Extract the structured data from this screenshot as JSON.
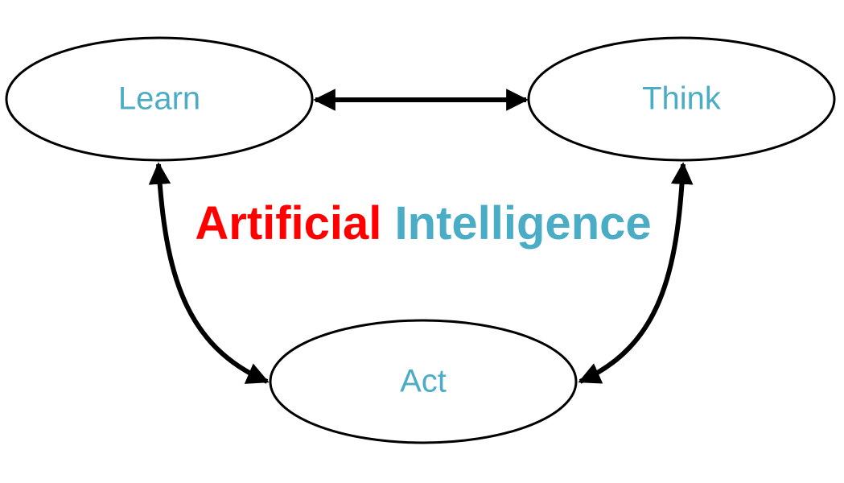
{
  "diagram": {
    "title": {
      "word1": "Artificial",
      "word2": "Intelligence",
      "word1_color": "#ff0000",
      "word2_color": "#4bacc6"
    },
    "nodes": {
      "learn": {
        "label": "Learn"
      },
      "think": {
        "label": "Think"
      },
      "act": {
        "label": "Act"
      }
    },
    "label_color": "#4bacc6",
    "stroke_color": "#000000",
    "edges": [
      {
        "from": "learn",
        "to": "think",
        "direction": "both"
      },
      {
        "from": "learn",
        "to": "act",
        "direction": "both"
      },
      {
        "from": "think",
        "to": "act",
        "direction": "both"
      }
    ]
  }
}
